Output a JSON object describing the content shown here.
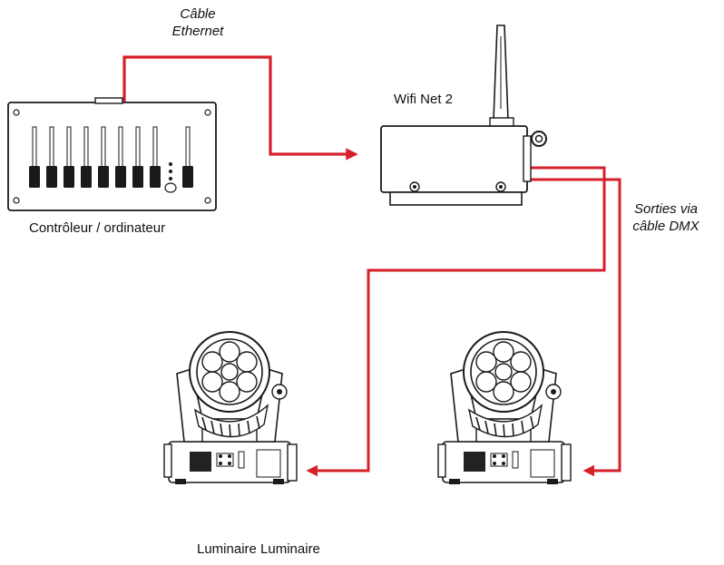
{
  "labels": {
    "ethernet_line1": "Câble",
    "ethernet_line2": "Ethernet",
    "wifi_device": "Wifi Net 2",
    "controller": "Contrôleur / ordinateur",
    "outputs_line1": "Sorties via",
    "outputs_line2": "câble DMX",
    "fixtures": "Luminaire Luminaire"
  },
  "colors": {
    "cable": "#d6202a",
    "outline": "#1a1a1a",
    "text": "#111111"
  },
  "icons": {
    "controller": "dmx-console-icon",
    "wifi_device": "wifi-box-icon",
    "fixture": "moving-head-icon"
  }
}
